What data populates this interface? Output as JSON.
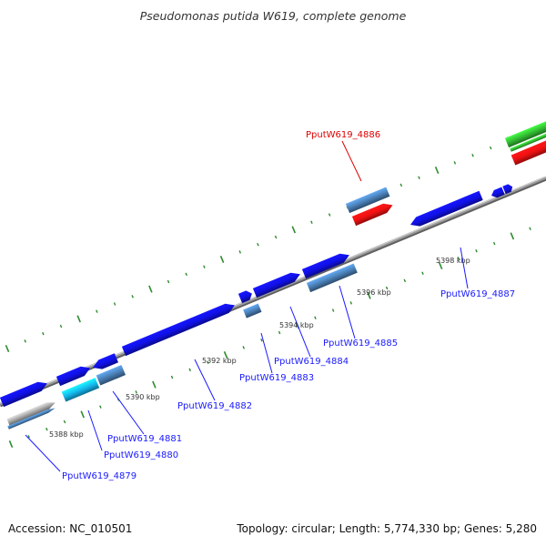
{
  "title": "Pseudomonas putida W619, complete genome",
  "footer": {
    "accession": "Accession: NC_010501",
    "summary": "Topology: circular; Length: 5,774,330 bp; Genes: 5,280"
  },
  "colors": {
    "backbone": "#8c8c8c",
    "tick": "#2e8b2e",
    "gene_blue": "#1010e6",
    "gene_steel": "#4a7fb5",
    "gene_cyan": "#14b8ee",
    "gene_gray": "#a8a8a8",
    "gene_red": "#ee1111",
    "gene_green": "#33bb33",
    "label_blue": "#1a1aff",
    "label_red": "#dd0000"
  },
  "scale_labels": [
    "5388 kbp",
    "5390 kbp",
    "5392 kbp",
    "5394 kbp",
    "5396 kbp",
    "5398 kbp"
  ],
  "gene_labels": [
    {
      "text": "PputW619_4879",
      "color": "blue"
    },
    {
      "text": "PputW619_4880",
      "color": "blue"
    },
    {
      "text": "PputW619_4881",
      "color": "blue"
    },
    {
      "text": "PputW619_4882",
      "color": "blue"
    },
    {
      "text": "PputW619_4883",
      "color": "blue"
    },
    {
      "text": "PputW619_4884",
      "color": "blue"
    },
    {
      "text": "PputW619_4885",
      "color": "blue"
    },
    {
      "text": "PputW619_4886",
      "color": "red"
    },
    {
      "text": "PputW619_4887",
      "color": "blue"
    }
  ]
}
